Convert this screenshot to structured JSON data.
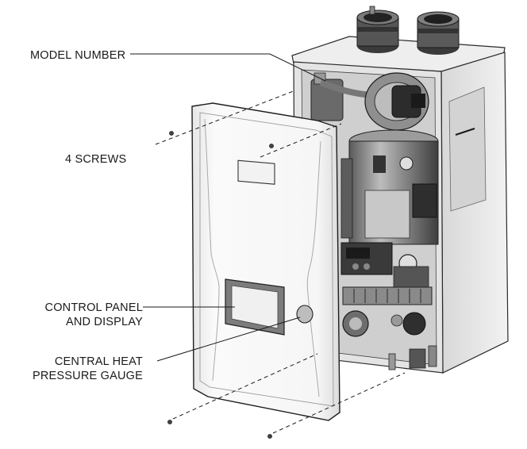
{
  "labels": {
    "model_number": "MODEL NUMBER",
    "screws": "4 SCREWS",
    "control_panel": {
      "line1": "CONTROL PANEL",
      "line2": "AND DISPLAY"
    },
    "pressure_gauge": {
      "line1": "CENTRAL HEAT",
      "line2": "PRESSURE GAUGE"
    }
  },
  "colors": {
    "line": "#1a1a1a",
    "panel_fill": "#f4f4f4",
    "unit_body": "#e9e9e9",
    "internals_dark": "#3a3a3a"
  }
}
